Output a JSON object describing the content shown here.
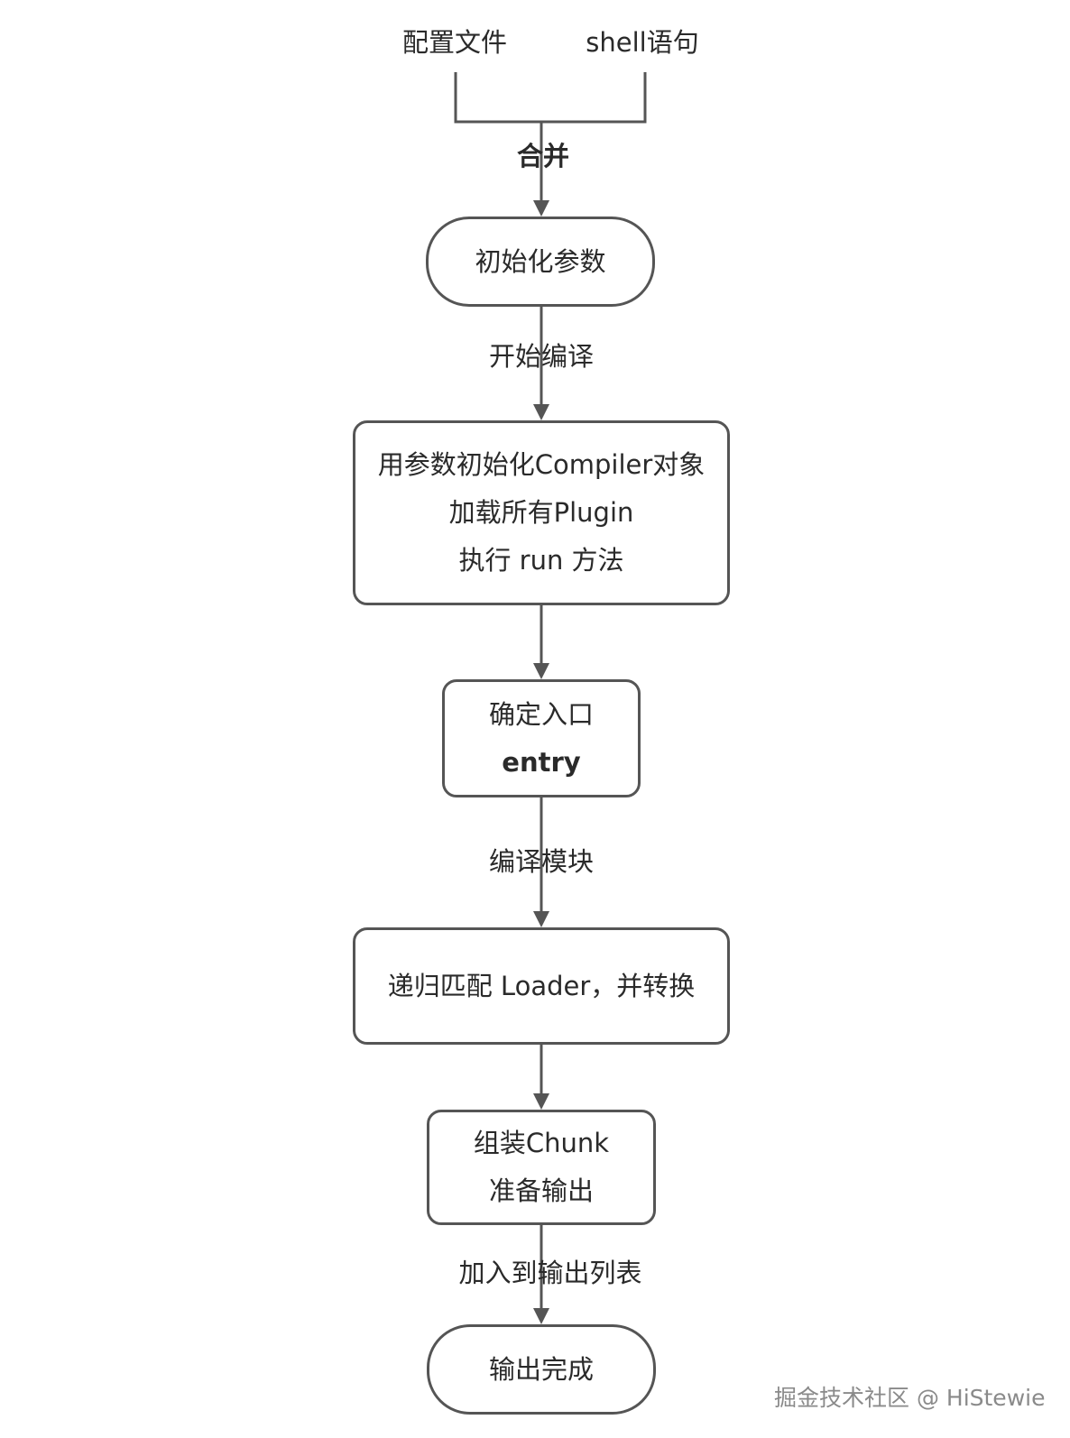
{
  "sources": {
    "config_file": "配置文件",
    "shell_statement": "shell语句"
  },
  "edges": {
    "merge": "合并",
    "start_compile": "开始编译",
    "compile_modules": "编译模块",
    "add_to_output_list": "加入到输出列表"
  },
  "nodes": {
    "init_params": "初始化参数",
    "compiler_line1": "用参数初始化Compiler对象",
    "compiler_line2": "加载所有Plugin",
    "compiler_line3": "执行 run 方法",
    "entry_line1": "确定入口",
    "entry_line2": "entry",
    "loader": "递归匹配 Loader，并转换",
    "chunk_line1": "组装Chunk",
    "chunk_line2": "准备输出",
    "output_done": "输出完成"
  },
  "watermark": "掘金技术社区 @ HiStewie",
  "colors": {
    "stroke": "#555555",
    "text": "#2a2a2a",
    "watermark": "#8a8a8a"
  }
}
